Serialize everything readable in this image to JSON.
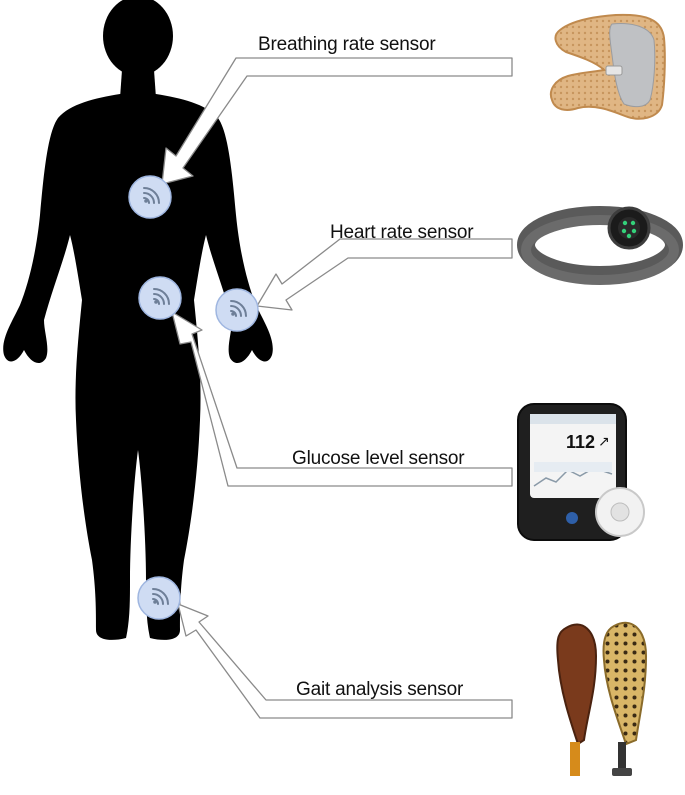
{
  "sensors": [
    {
      "id": "breathing",
      "label": "Breathing rate sensor",
      "icon": "wireless-signal-icon",
      "device": "breathing-patch-image"
    },
    {
      "id": "heart",
      "label": "Heart rate sensor",
      "icon": "wireless-signal-icon",
      "device": "chest-strap-image"
    },
    {
      "id": "glucose",
      "label": "Glucose level sensor",
      "icon": "wireless-signal-icon",
      "device": "glucose-monitor-image"
    },
    {
      "id": "gait",
      "label": "Gait analysis sensor",
      "icon": "wireless-signal-icon",
      "device": "insole-sensor-image"
    }
  ],
  "glucose_monitor": {
    "reading": "112",
    "trend": "↗"
  },
  "colors": {
    "silhouette": "#000000",
    "sensor_fill": "#cfdcf3",
    "sensor_stroke": "#9fb6e0",
    "arrow_fill": "#ffffff",
    "arrow_stroke": "#8a8a8a"
  }
}
